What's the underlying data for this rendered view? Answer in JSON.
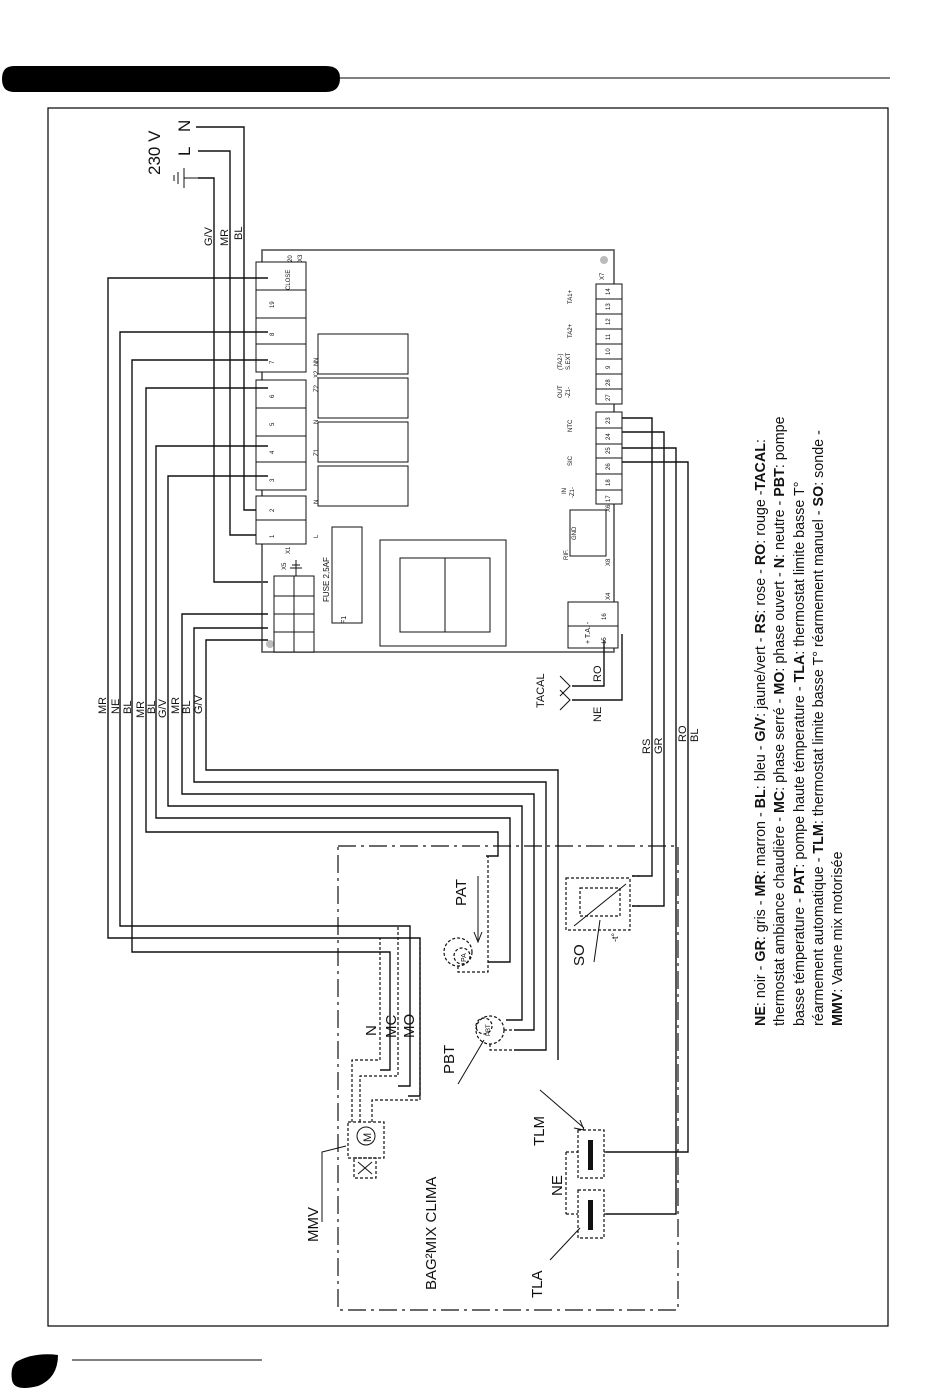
{
  "supply": {
    "voltage": "230 V",
    "phase": "L",
    "neutral": "N"
  },
  "mains_wires": [
    "G/V",
    "MR",
    "BL"
  ],
  "left_wires": [
    "MR",
    "NE",
    "BL",
    "MR",
    "BL",
    "G/V",
    "MR",
    "BL",
    "G/V"
  ],
  "board": {
    "x1_label": "X1",
    "x2_label": "X2",
    "x3_label": "X3",
    "x4_label": "X4",
    "x5_label": "X5",
    "x6_label": "X6",
    "x7_label": "X7",
    "x8_label": "X8",
    "x1_terms": [
      "1",
      "2"
    ],
    "x1_tags": [
      "L",
      "N"
    ],
    "x2_terms": [
      "3",
      "4",
      "5",
      "6"
    ],
    "x2_tags": [
      "Z1",
      "N",
      "Z2",
      "N"
    ],
    "x3_terms": [
      "7",
      "8",
      "19",
      "20"
    ],
    "x3_tags": [
      "N",
      "CLOSE"
    ],
    "fuse": "FUSE 2,5AF",
    "f1": "F1",
    "x4_terms": [
      "15",
      "16"
    ],
    "x4_tag": "+ T.A. -",
    "x8_tags": [
      "RIF.",
      "GND"
    ],
    "x6_terms": [
      "17",
      "18",
      "26",
      "25",
      "24",
      "23"
    ],
    "x6_tags": [
      "IN",
      "-Z1-",
      "SIC",
      "NTC"
    ],
    "x7_terms": [
      "27",
      "28",
      "9",
      "10",
      "11",
      "12",
      "13",
      "14"
    ],
    "x7_tags": [
      "OUT",
      "-Z1-",
      "(TA2-)",
      "S.EXT",
      "TA2+",
      "TA1+"
    ]
  },
  "tacal": {
    "label": "TACAL",
    "wires": [
      "NE",
      "RO"
    ]
  },
  "right_wires": [
    "RS",
    "GR",
    "RO",
    "BL"
  ],
  "components": {
    "box_title": "BAG²MIX CLIMA",
    "pat": "PAT",
    "pat_symbol": "PA",
    "pbt": "PBT",
    "pbt_symbol": "PBT",
    "so": "SO",
    "so_symbol": "-t°",
    "tlm": "TLM",
    "tla": "TLA",
    "mmv": "MMV",
    "motor": "M",
    "ne": "NE",
    "n": "N",
    "mc": "MC",
    "mo": "MO"
  },
  "legend": [
    {
      "key": "NE",
      "text": ": noir - "
    },
    {
      "key": "GR",
      "text": ": gris - "
    },
    {
      "key": "MR",
      "text": ": marron - "
    },
    {
      "key": "BL",
      "text": ": bleu - "
    },
    {
      "key": "G/V",
      "text": ": jaune/vert - "
    },
    {
      "key": "RS",
      "text": ": rose - "
    },
    {
      "key": "RO",
      "text": ": rouge -"
    },
    {
      "key": "TACAL",
      "text": ": thermostat ambiance chaudière - "
    },
    {
      "key": "MC",
      "text": ": phase serré - "
    },
    {
      "key": "MO",
      "text": ": phase ouvert - "
    },
    {
      "key": "N",
      "text": ": neutre - "
    },
    {
      "key": "PBT",
      "text": ": pompe basse témperature - "
    },
    {
      "key": "PAT",
      "text": ": pompe haute témperature - "
    },
    {
      "key": "TLA",
      "text": ": thermostat limite basse T° réarmement automatique - "
    },
    {
      "key": "TLM",
      "text": ": thermostat limite  basse T° réarmement manuel - "
    },
    {
      "key": "SO",
      "text": ": sonde - "
    },
    {
      "key": "MMV",
      "text": ": Vanne mix motorisée"
    }
  ]
}
